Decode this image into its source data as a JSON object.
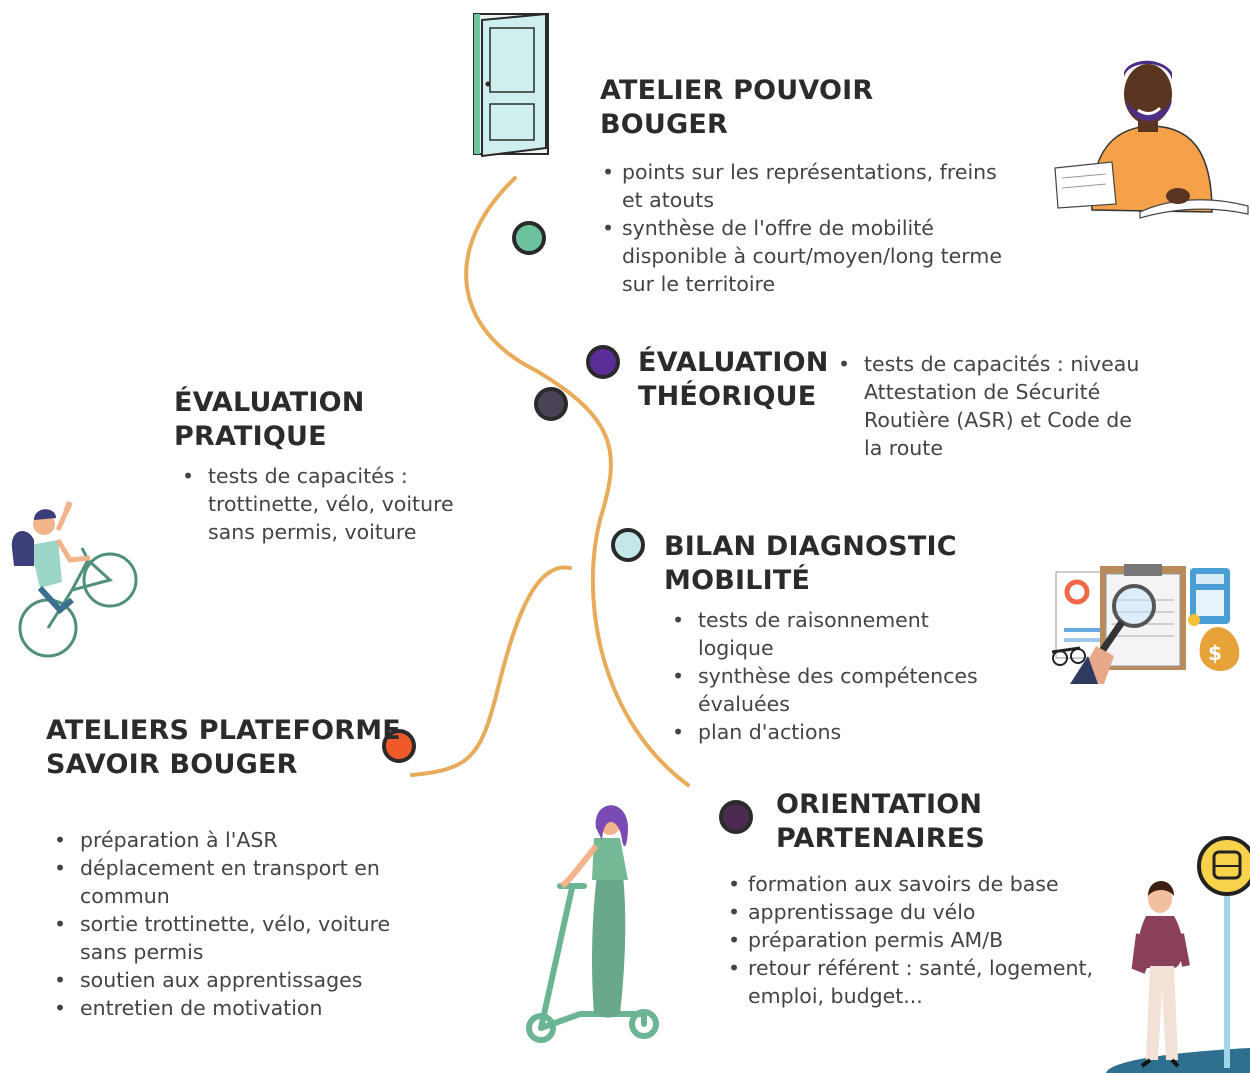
{
  "colors": {
    "path": "#e8ab5a",
    "dot_green": "#6ec39f",
    "dot_purple": "#5b2d96",
    "dot_dark": "#4b4256",
    "dot_lightblue": "#c4e7ea",
    "dot_orange": "#f05a2b",
    "dot_eggplant": "#4a2b4f"
  },
  "sections": [
    {
      "title": [
        "ATELIER POUVOIR",
        "BOUGER"
      ],
      "items": [
        "points sur les représentations, freins et atouts",
        "synthèse de l'offre de mobilité disponible à court/moyen/long terme sur le territoire"
      ],
      "illustration": "man-reading-icon"
    },
    {
      "title": [
        "ÉVALUATION",
        "THÉORIQUE"
      ],
      "items": [
        "tests de capacités : niveau Attestation de Sécurité Routière (ASR) et Code de la route"
      ]
    },
    {
      "title": [
        "ÉVALUATION PRATIQUE"
      ],
      "items": [
        "tests de capacités : trottinette, vélo, voiture sans permis, voiture"
      ],
      "illustration": "cyclist-icon"
    },
    {
      "title": [
        "BILAN DIAGNOSTIC MOBILITÉ"
      ],
      "items": [
        "tests de raisonnement logique",
        "synthèse des compétences évaluées",
        "plan d'actions"
      ],
      "illustration": "balance-sheet-magnifier-icon"
    },
    {
      "title": [
        "ATELIERS PLATEFORME",
        "SAVOIR BOUGER"
      ],
      "items": [
        "préparation à l'ASR",
        "déplacement en transport en commun",
        "sortie trottinette, vélo, voiture sans permis",
        "soutien aux apprentissages",
        "entretien de motivation"
      ],
      "illustration": "woman-scooter-icon"
    },
    {
      "title": [
        "ORIENTATION",
        "PARTENAIRES"
      ],
      "items": [
        "formation aux savoirs de base",
        "apprentissage du vélo",
        "préparation permis AM/B",
        "retour référent : santé, logement, emploi, budget..."
      ],
      "illustration": "woman-bus-stop-icon"
    }
  ],
  "icons": {
    "start": "open-door-icon",
    "bus_sign": "bus-icon"
  }
}
